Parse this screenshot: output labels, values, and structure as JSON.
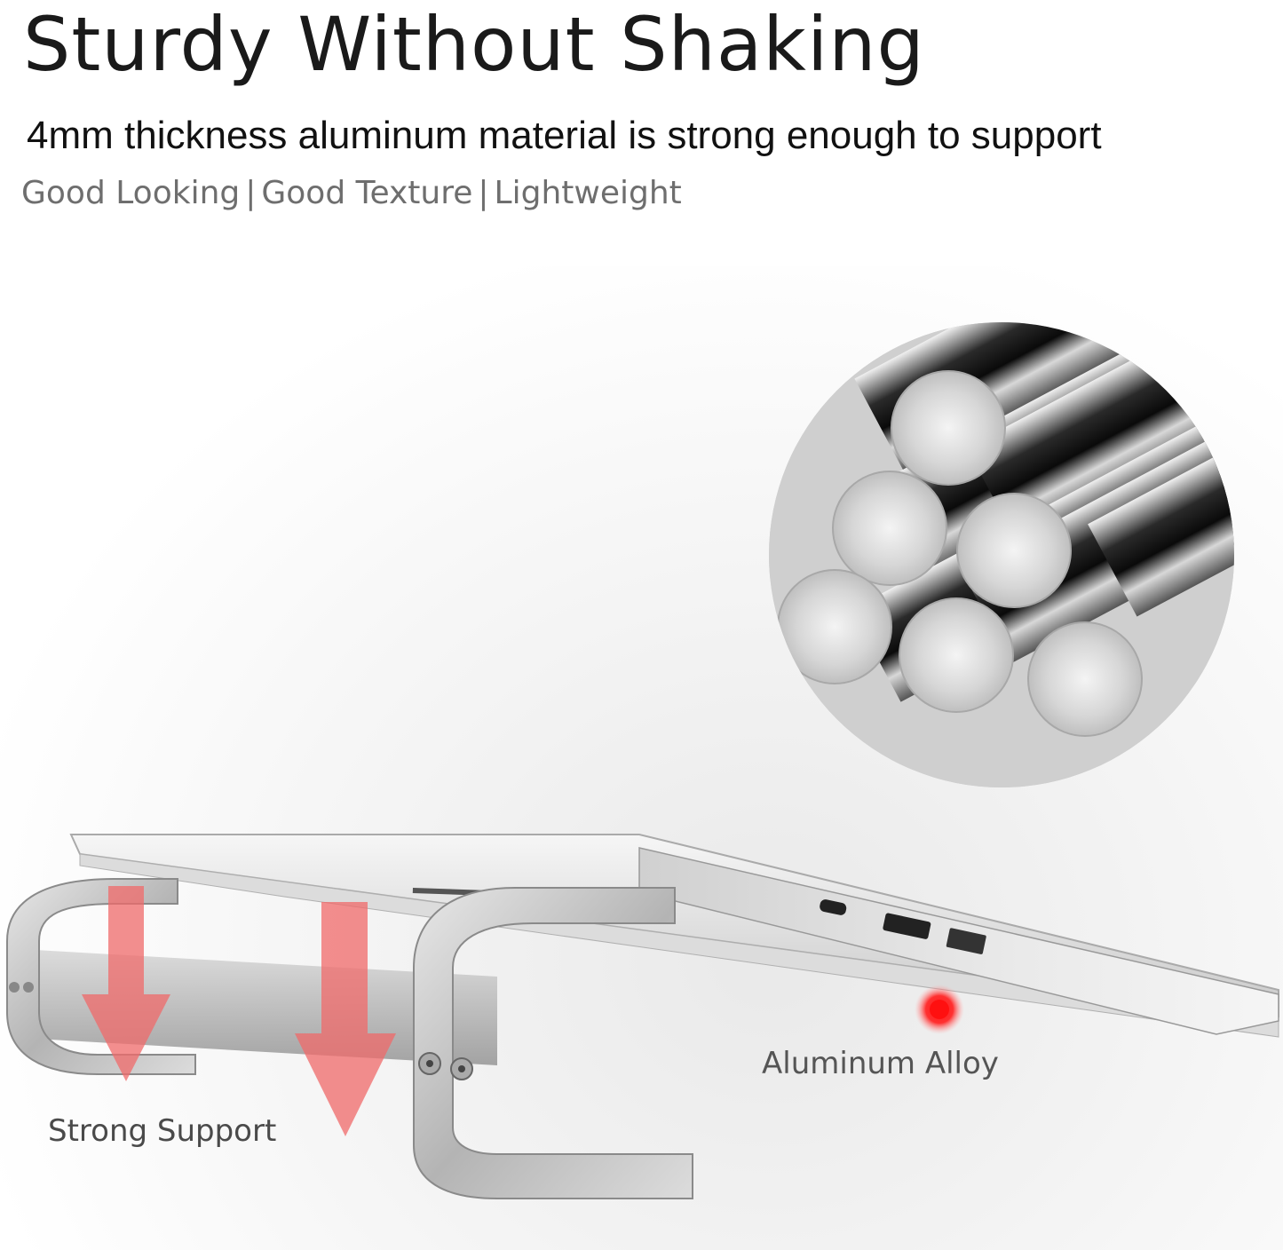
{
  "heading": {
    "title": "Sturdy Without Shaking",
    "subtitle": "4mm thickness aluminum material is strong enough to support",
    "features": [
      "Good Looking",
      "Good Texture",
      "Lightweight"
    ],
    "separator": "|"
  },
  "callouts": {
    "support_label": "Strong Support",
    "alloy_label": "Aluminum Alloy"
  },
  "colors": {
    "arrow": "#f07070",
    "dot": "#ff2020",
    "aluminum": "#c8c8c8",
    "title_text": "#1a1a1a",
    "feature_text": "#6e6e6e"
  },
  "icons": {
    "arrow_left": "down-arrow-icon",
    "arrow_right": "down-arrow-icon",
    "marker": "red-dot-icon"
  }
}
